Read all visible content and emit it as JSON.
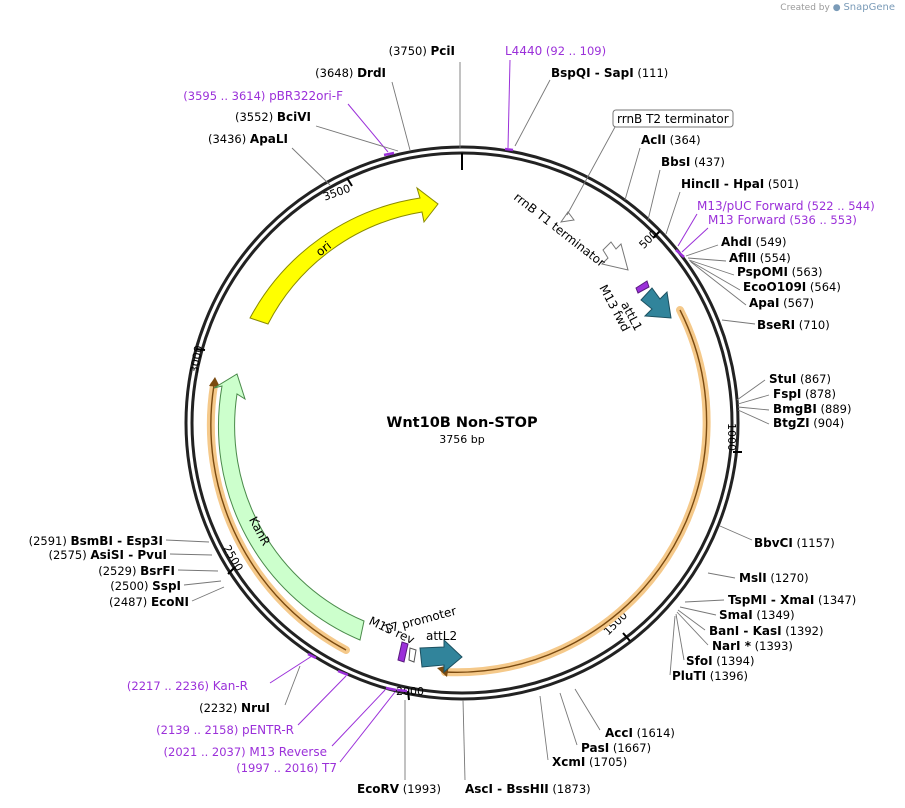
{
  "credit": {
    "prefix": "Created by",
    "brand": "SnapGene"
  },
  "plasmid": {
    "name": "Wnt10B Non-STOP",
    "length_label": "3756 bp"
  },
  "ticks": [
    "500",
    "1000",
    "1500",
    "2000",
    "2500",
    "3000",
    "3500"
  ],
  "features": [
    {
      "name": "ori",
      "color": "#ffff00"
    },
    {
      "name": "KanR",
      "color": "#ccffcc"
    },
    {
      "name": "attL1",
      "color": "#31849b"
    },
    {
      "name": "attL2",
      "color": "#31849b"
    },
    {
      "name": "rrnB T1 terminator",
      "color": "#ffffff"
    },
    {
      "name": "rrnB T2 terminator",
      "color": "#ffffff"
    },
    {
      "name": "M13 fwd",
      "color": "#9b30d9"
    },
    {
      "name": "T7 promoter",
      "color": "#ffffff"
    },
    {
      "name": "M13 rev",
      "color": "#9b30d9"
    }
  ],
  "sites": [
    {
      "name": "PciI",
      "pos": "(3750)"
    },
    {
      "name": "L4440",
      "pos": "(92 .. 109)"
    },
    {
      "name": "BspQI",
      "name2": "SapI",
      "pos": "(111)"
    },
    {
      "name": "DrdI",
      "pos": "(3648)"
    },
    {
      "name": "pBR322ori-F",
      "pos": "(3595 .. 3614)"
    },
    {
      "name": "BciVI",
      "pos": "(3552)"
    },
    {
      "name": "ApaLI",
      "pos": "(3436)"
    },
    {
      "name": "AclI",
      "pos": "(364)"
    },
    {
      "name": "BbsI",
      "pos": "(437)"
    },
    {
      "name": "HincII",
      "name2": "HpaI",
      "pos": "(501)"
    },
    {
      "name": "M13/pUC Forward",
      "pos": "(522 .. 544)"
    },
    {
      "name": "M13 Forward",
      "pos": "(536 .. 553)"
    },
    {
      "name": "AhdI",
      "pos": "(549)"
    },
    {
      "name": "AflII",
      "pos": "(554)"
    },
    {
      "name": "PspOMI",
      "pos": "(563)"
    },
    {
      "name": "EcoO109I",
      "pos": "(564)"
    },
    {
      "name": "ApaI",
      "pos": "(567)"
    },
    {
      "name": "BseRI",
      "pos": "(710)"
    },
    {
      "name": "StuI",
      "pos": "(867)"
    },
    {
      "name": "FspI",
      "pos": "(878)"
    },
    {
      "name": "BmgBI",
      "pos": "(889)"
    },
    {
      "name": "BtgZI",
      "pos": "(904)"
    },
    {
      "name": "BbvCI",
      "pos": "(1157)"
    },
    {
      "name": "MslI",
      "pos": "(1270)"
    },
    {
      "name": "TspMI",
      "name2": "XmaI",
      "pos": "(1347)"
    },
    {
      "name": "SmaI",
      "pos": "(1349)"
    },
    {
      "name": "BanI",
      "name2": "KasI",
      "pos": "(1392)"
    },
    {
      "name": "NarI *",
      "pos": "(1393)"
    },
    {
      "name": "SfoI",
      "pos": "(1394)"
    },
    {
      "name": "PluTI",
      "pos": "(1396)"
    },
    {
      "name": "AccI",
      "pos": "(1614)"
    },
    {
      "name": "PasI",
      "pos": "(1667)"
    },
    {
      "name": "XcmI",
      "pos": "(1705)"
    },
    {
      "name": "AscI",
      "name2": "BssHII",
      "pos": "(1873)"
    },
    {
      "name": "EcoRV",
      "pos": "(1993)"
    },
    {
      "name": "T7",
      "pos": "(1997 .. 2016)"
    },
    {
      "name": "M13 Reverse",
      "pos": "(2021 .. 2037)"
    },
    {
      "name": "pENTR-R",
      "pos": "(2139 .. 2158)"
    },
    {
      "name": "NruI",
      "pos": "(2232)"
    },
    {
      "name": "Kan-R",
      "pos": "(2217 .. 2236)"
    },
    {
      "name": "EcoNI",
      "pos": "(2487)"
    },
    {
      "name": "SspI",
      "pos": "(2500)"
    },
    {
      "name": "BsrFI",
      "pos": "(2529)"
    },
    {
      "name": "AsiSI",
      "name2": "PvuI",
      "pos": "(2575)"
    },
    {
      "name": "BsmBI",
      "name2": "Esp3I",
      "pos": "(2591)"
    }
  ]
}
